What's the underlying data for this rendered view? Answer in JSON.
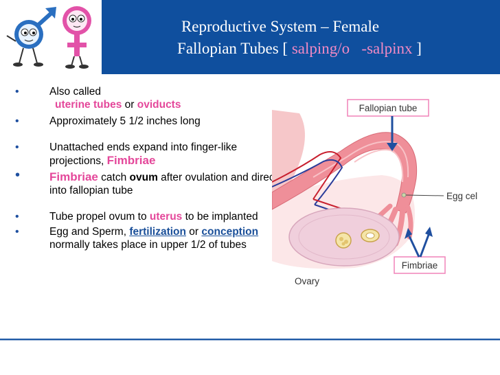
{
  "title": {
    "line1": "Reproductive System – Female",
    "line2_prefix": "Fallopian Tubes [ ",
    "line2_term1": "salping/o",
    "line2_gap": "   ",
    "line2_term2": "-salpinx",
    "line2_suffix": " ]"
  },
  "bullets": {
    "b1_text": "Also called",
    "b1_term1": "uterine tubes",
    "b1_or": " or ",
    "b1_term2": "oviducts",
    "b2_text": "Approximately 5 1/2 inches long",
    "b3_text": "Unattached ends expand into finger-like projections, ",
    "b3_term": "Fimbriae",
    "b4_term": "Fimbriae",
    "b4_mid": " catch ",
    "b4_bold": "ovum",
    "b4_rest": " after ovulation and direct into fallopian tube",
    "b5_pre": "Tube propel ovum to ",
    "b5_term": "uterus",
    "b5_post": " to be implanted",
    "b6_pre": "Egg and Sperm, ",
    "b6_link1": "fertilization",
    "b6_or": " or ",
    "b6_link2": "conception",
    "b6_post": " normally takes place in upper 1/2 of tubes"
  },
  "diagram": {
    "label_fallopian": "Fallopian tube",
    "label_egg": "Egg cell",
    "label_fimbriae": "Fimbriae",
    "label_ovary": "Ovary"
  },
  "colors": {
    "title_bar": "#0f4f9e",
    "term_pink": "#e4479a",
    "link_blue": "#1a4f99",
    "tube_pink": "#f2a0a6",
    "ovary": "#f0cfdc"
  }
}
